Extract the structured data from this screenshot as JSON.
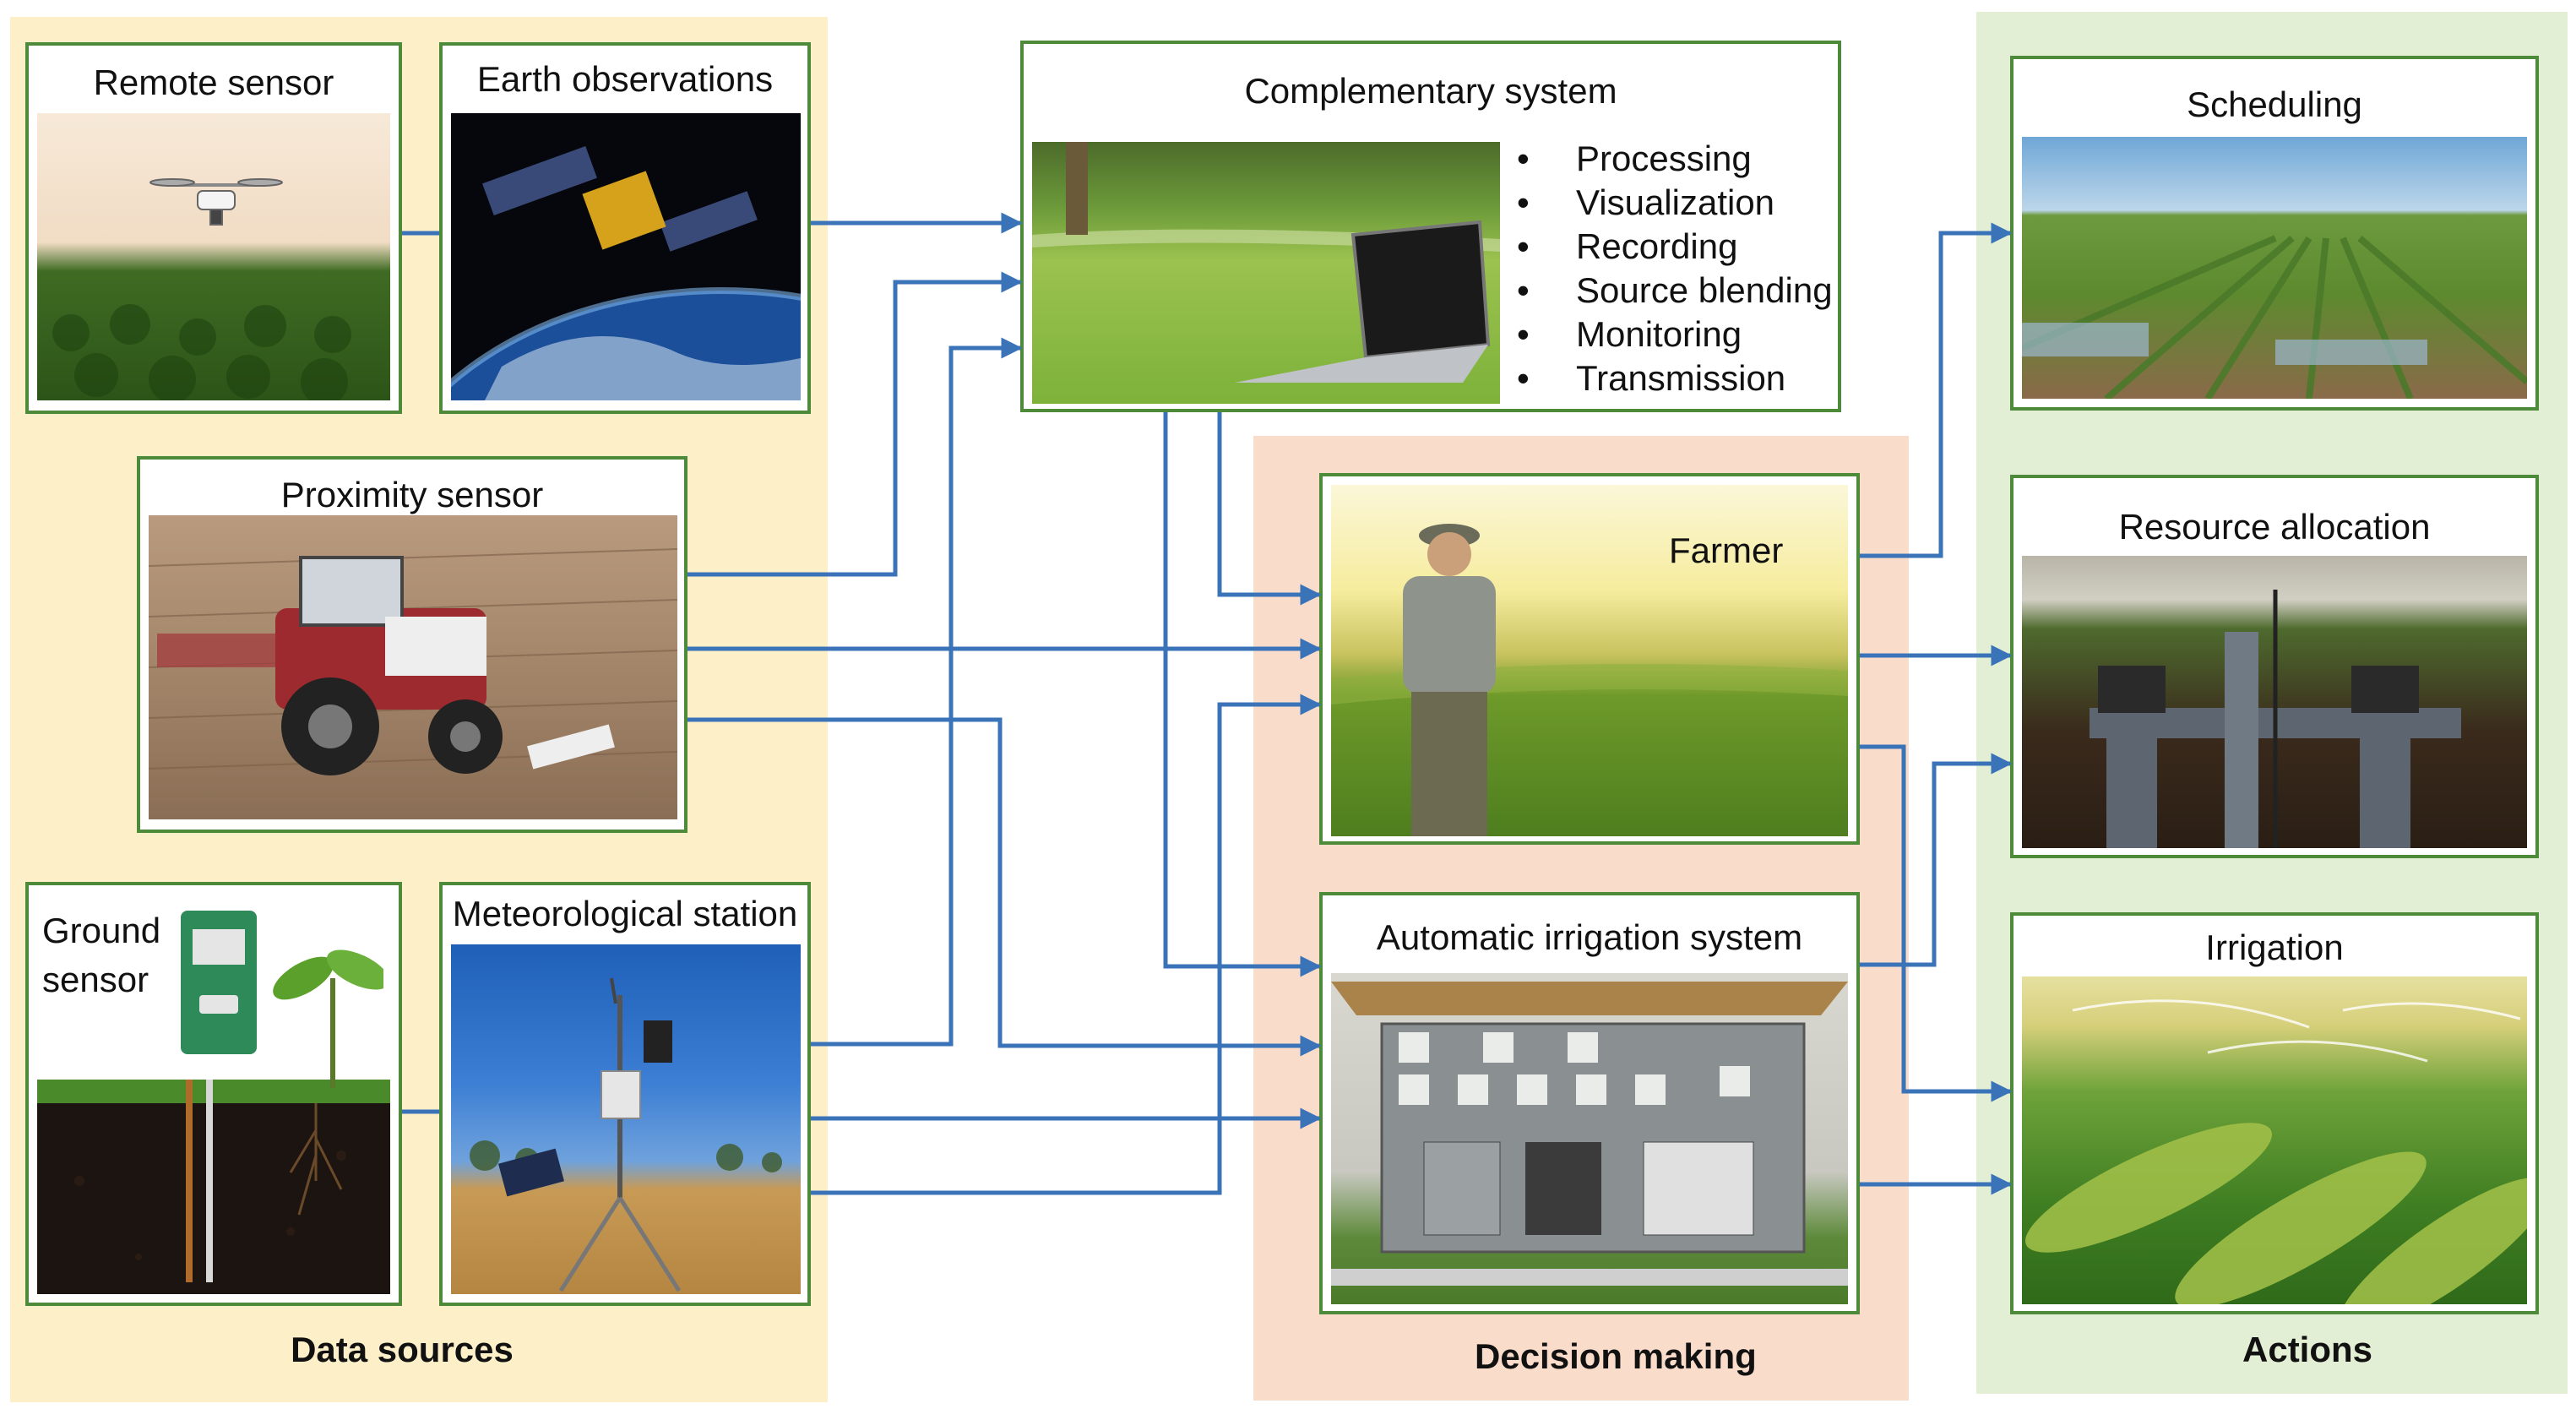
{
  "sections": {
    "data_sources": "Data sources",
    "decision_making": "Decision making",
    "actions": "Actions"
  },
  "boxes": {
    "remote_sensor": "Remote sensor",
    "earth_observations": "Earth observations",
    "proximity_sensor": "Proximity sensor",
    "ground_sensor_line1": "Ground",
    "ground_sensor_line2": "sensor",
    "meteorological_station": "Meteorological station",
    "complementary_system": "Complementary system",
    "farmer": "Farmer",
    "automatic_irrigation": "Automatic irrigation system",
    "scheduling": "Scheduling",
    "resource_allocation": "Resource  allocation",
    "irrigation": "Irrigation"
  },
  "complementary_functions": [
    "Processing",
    "Visualization",
    "Recording",
    "Source blending",
    " Monitoring",
    "Transmission"
  ],
  "colors": {
    "data_sources_bg": "#fdefc8",
    "decision_bg": "#fadccb",
    "actions_bg": "#e3efd5",
    "box_border": "#4d8a3a",
    "arrow": "#3b73b9"
  }
}
